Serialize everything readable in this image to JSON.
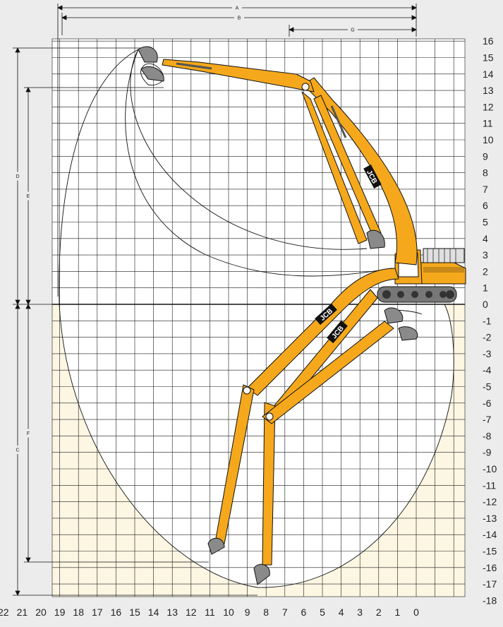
{
  "diagram": {
    "type": "excavator working range chart",
    "brand_logo": "JCB",
    "colors": {
      "background": "#ececec",
      "grid_above_ground": "#ffffff",
      "grid_below_ground": "#fdf6e3",
      "grid_lines": "#1a1a1a",
      "boom": "#f5a81c",
      "boom_shade": "#d98c0a",
      "bucket": "#8a8a8a",
      "outline": "#111111"
    },
    "x_axis": {
      "ticks": [
        22,
        21,
        20,
        19,
        18,
        17,
        16,
        15,
        14,
        13,
        12,
        11,
        10,
        9,
        8,
        7,
        6,
        5,
        4,
        3,
        2,
        1,
        0
      ],
      "unit": "m"
    },
    "y_axis": {
      "ticks": [
        16,
        15,
        14,
        13,
        12,
        11,
        10,
        9,
        8,
        7,
        6,
        5,
        4,
        3,
        2,
        1,
        0,
        -1,
        -2,
        -3,
        -4,
        -5,
        -6,
        -7,
        -8,
        -9,
        -10,
        -11,
        -12,
        -13,
        -14,
        -15,
        -16,
        -17,
        -18
      ],
      "unit": "m"
    },
    "dimensions": [
      {
        "label": "A",
        "orientation": "horizontal"
      },
      {
        "label": "B",
        "orientation": "horizontal"
      },
      {
        "label": "G",
        "orientation": "horizontal"
      },
      {
        "label": "D",
        "orientation": "vertical"
      },
      {
        "label": "E",
        "orientation": "vertical"
      },
      {
        "label": "C",
        "orientation": "vertical"
      },
      {
        "label": "F",
        "orientation": "vertical"
      }
    ]
  }
}
